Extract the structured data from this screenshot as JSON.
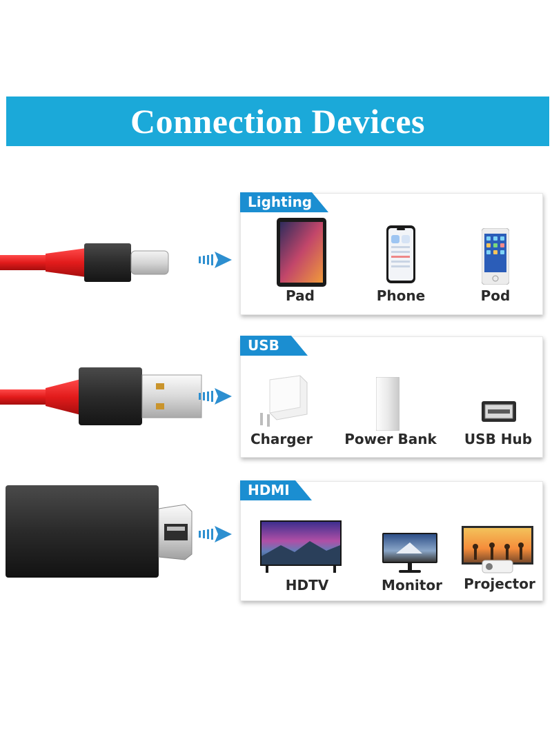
{
  "title": "Connection Devices",
  "colors": {
    "banner": "#1ba9d9",
    "tag": "#1b8ed1",
    "cable": "#e21b1b",
    "plug": "#2b2b2b"
  },
  "sections": [
    {
      "tag": "Lighting",
      "devices": [
        {
          "label": "Pad",
          "icon": "tablet-icon"
        },
        {
          "label": "Phone",
          "icon": "smartphone-icon"
        },
        {
          "label": "Pod",
          "icon": "media-player-icon"
        }
      ]
    },
    {
      "tag": "USB",
      "devices": [
        {
          "label": "Charger",
          "icon": "charger-icon"
        },
        {
          "label": "Power Bank",
          "icon": "power-bank-icon"
        },
        {
          "label": "USB Hub",
          "icon": "usb-port-icon"
        }
      ]
    },
    {
      "tag": "HDMI",
      "devices": [
        {
          "label": "HDTV",
          "icon": "tv-icon"
        },
        {
          "label": "Monitor",
          "icon": "monitor-icon"
        },
        {
          "label": "Projector",
          "icon": "projector-icon"
        }
      ]
    }
  ]
}
